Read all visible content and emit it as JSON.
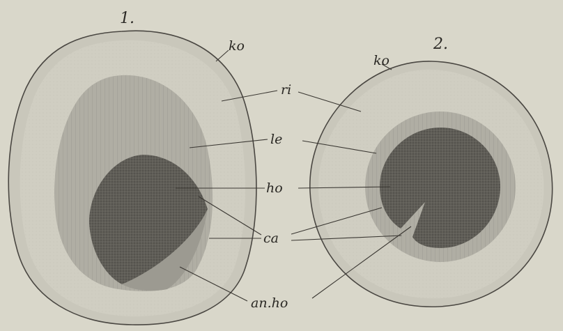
{
  "figures": [
    {
      "number": "1."
    },
    {
      "number": "2."
    }
  ],
  "labels": {
    "ko": "ko",
    "ri": "ri",
    "le": "le",
    "ho": "ho",
    "ca": "ca",
    "an_ho": "an.ho"
  },
  "colors": {
    "paper": "#d9d7ca",
    "bark": "#c9c7bb",
    "rind": "#d3d1c5",
    "sapwood": "#aeaca2",
    "heartwood": "#5f5d57",
    "ink": "#2a2824"
  }
}
